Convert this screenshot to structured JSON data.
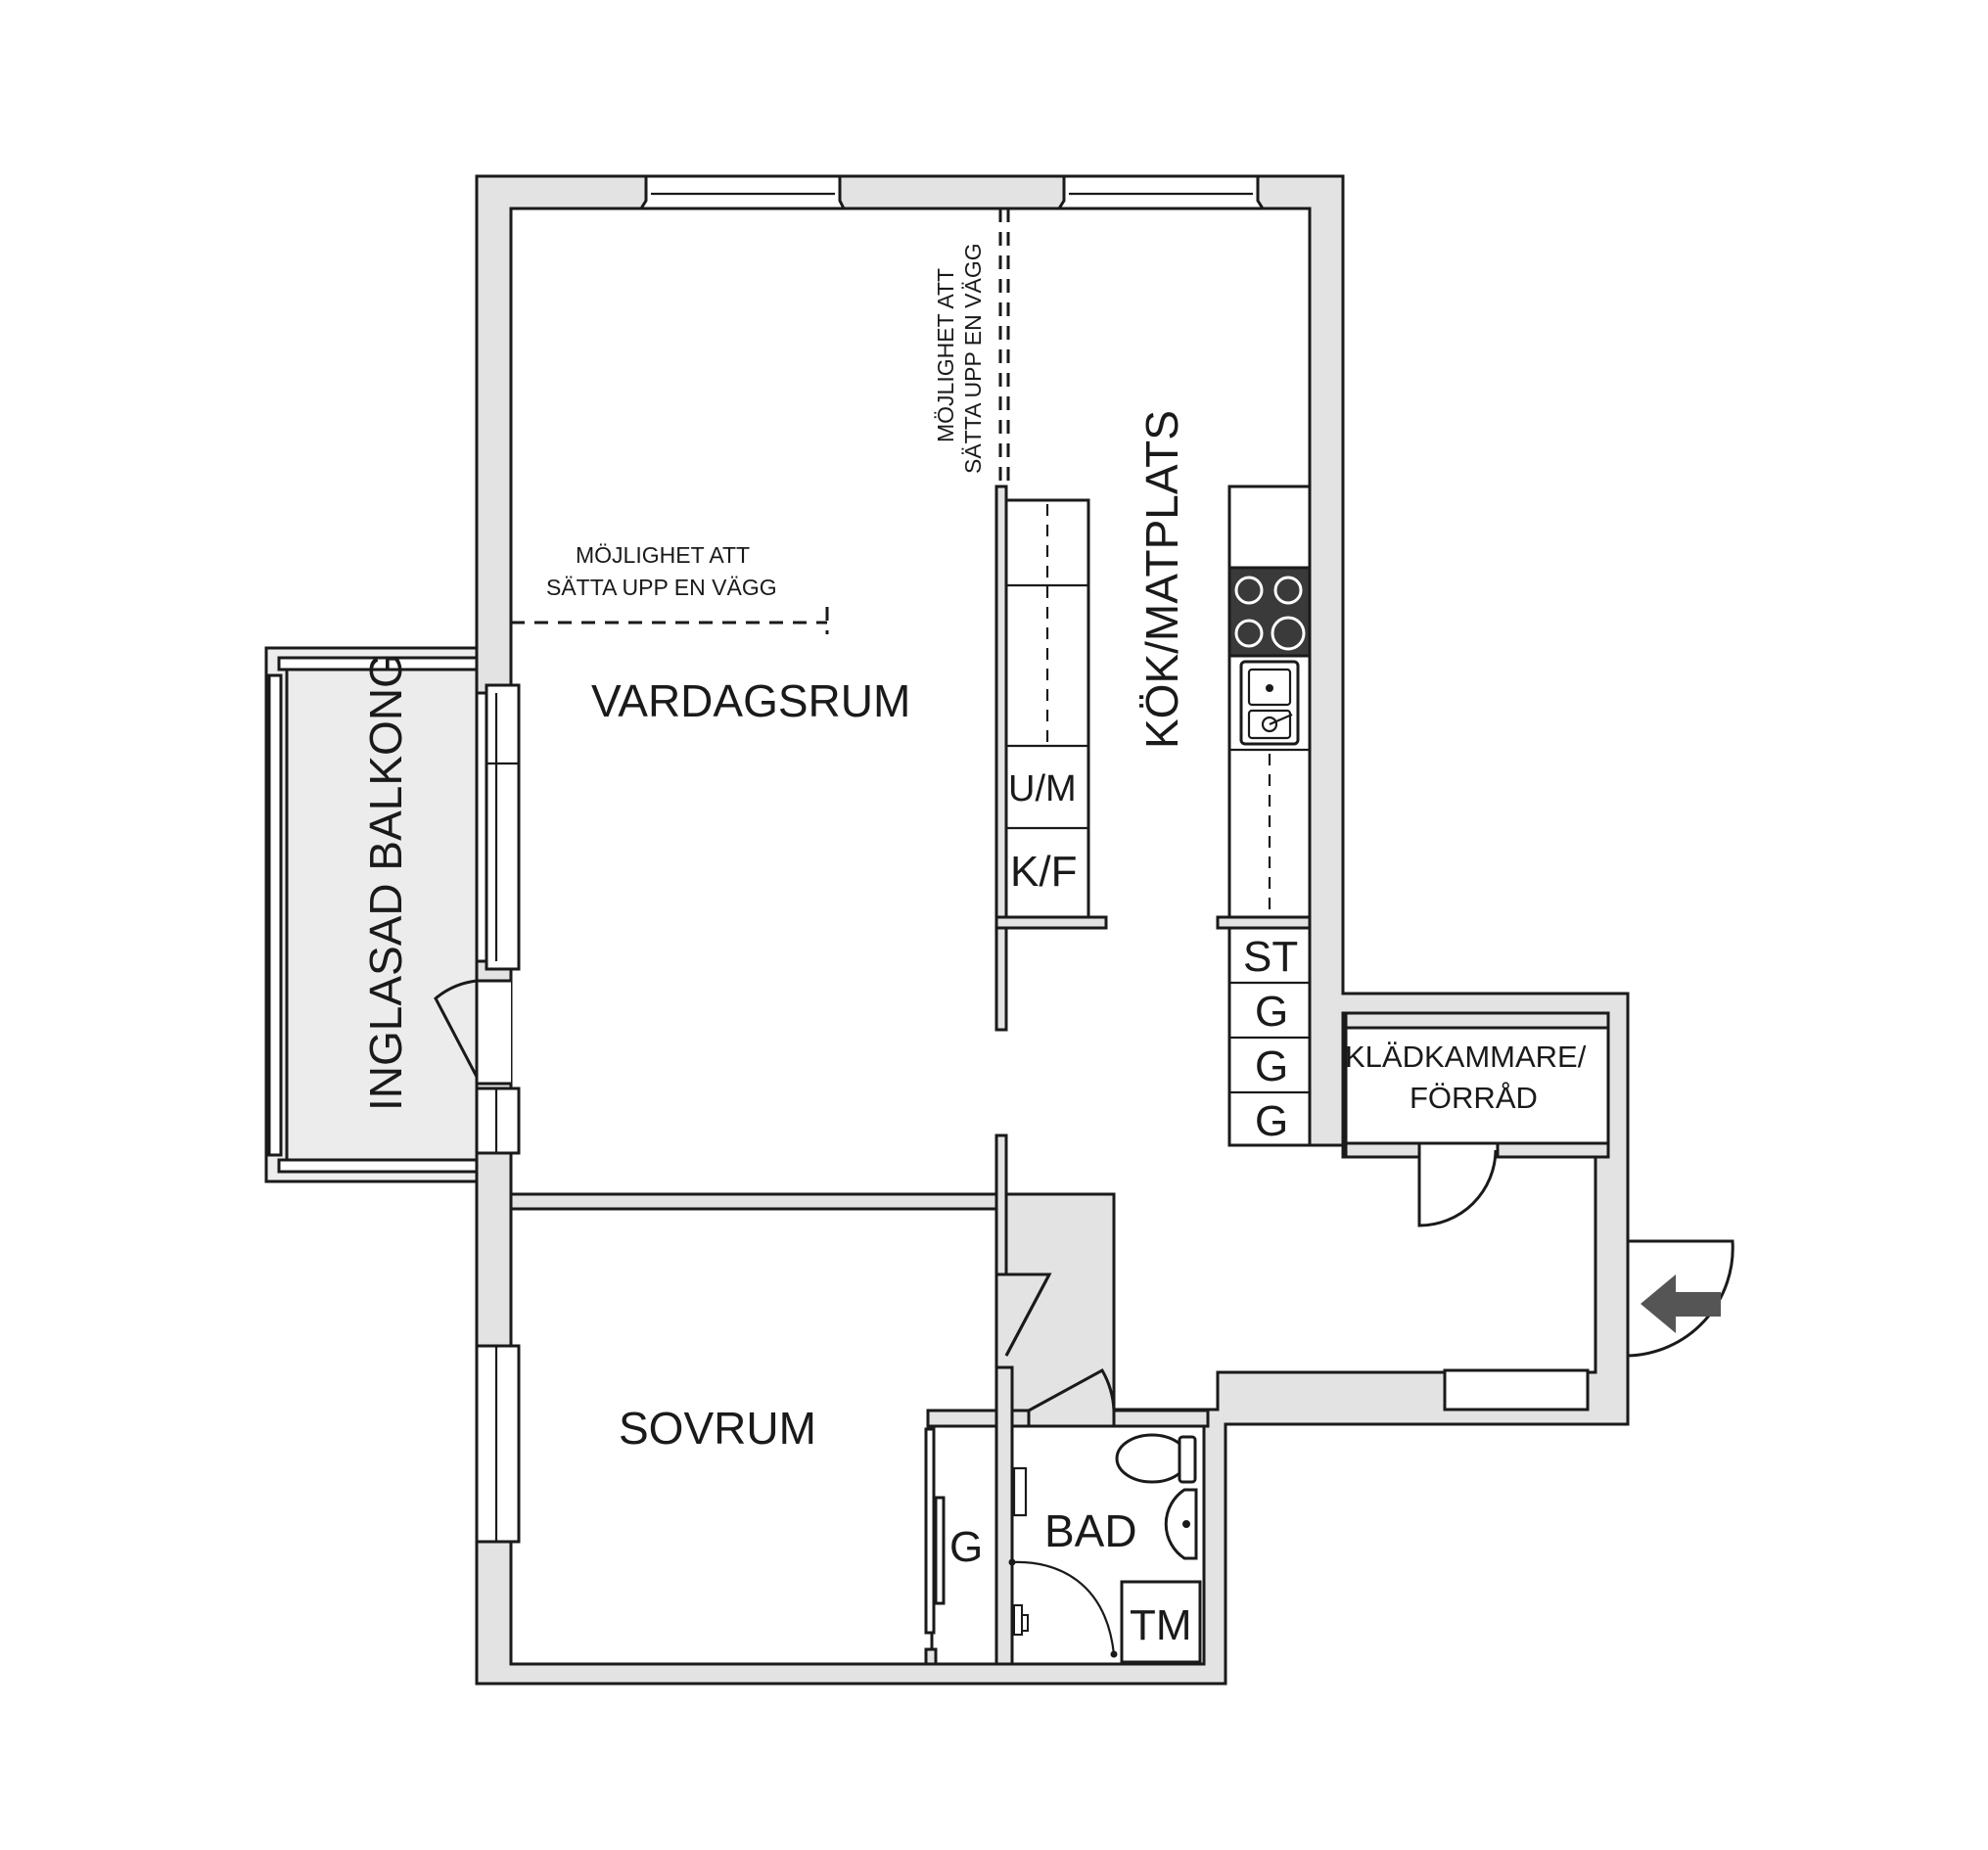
{
  "rooms": {
    "living": "VARDAGSRUM",
    "kitchen": "KÖK/MATPLATS",
    "bedroom": "SOVRUM",
    "bath": "BAD",
    "balcony": "INGLASAD BALKONG",
    "closet_line1": "KLÄDKAMMARE/",
    "closet_line2": "FÖRRÅD"
  },
  "notes": {
    "wall_option_line1": "MÖJLIGHET ATT",
    "wall_option_line2": "SÄTTA UPP EN VÄGG"
  },
  "fixtures": {
    "microwave": "U/M",
    "fridge_freezer": "K/F",
    "cleaning_cabinet": "ST",
    "wardrobe": "G",
    "dryer": "TM"
  },
  "colors": {
    "wall": "#e3e3e3",
    "line": "#1a1a1a",
    "stove": "#3a3a3a",
    "entrance_arrow": "#555555"
  }
}
